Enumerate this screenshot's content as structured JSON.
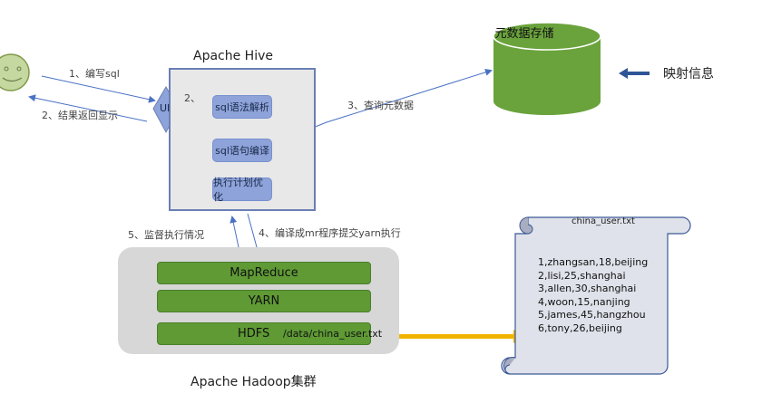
{
  "user": {
    "icon": "smiley-face-icon"
  },
  "arrows": {
    "step1": "1、编写sql",
    "step2_return": "2、结果返回显示",
    "step2": "2、",
    "step3": "3、查询元数据",
    "step4": "4、编译成mr程序提交yarn执行",
    "step5": "5、监督执行情况"
  },
  "hive": {
    "title": "Apache Hive",
    "ui_label": "UI",
    "steps": [
      "sql语法解析",
      "sql语句编译",
      "执行计划优化"
    ]
  },
  "metastore": {
    "label": "元数据存储",
    "mapping_label": "映射信息"
  },
  "hadoop": {
    "title": "Apache Hadoop集群",
    "layers": [
      "MapReduce",
      "YARN",
      "HDFS"
    ],
    "hdfs_path": "/data/china_user.txt"
  },
  "file": {
    "name": "china_user.txt",
    "lines": [
      "1,zhangsan,18,beijing",
      "2,lisi,25,shanghai",
      "3,allen,30,shanghai",
      "4,woon,15,nanjing",
      "5,james,45,hangzhou",
      "6,tony,26,beijing"
    ]
  },
  "colors": {
    "arrow_blue": "#4a72c4",
    "hive_step": "#8ea3d9",
    "green": "#6aa33c",
    "orange": "#f0b400"
  }
}
